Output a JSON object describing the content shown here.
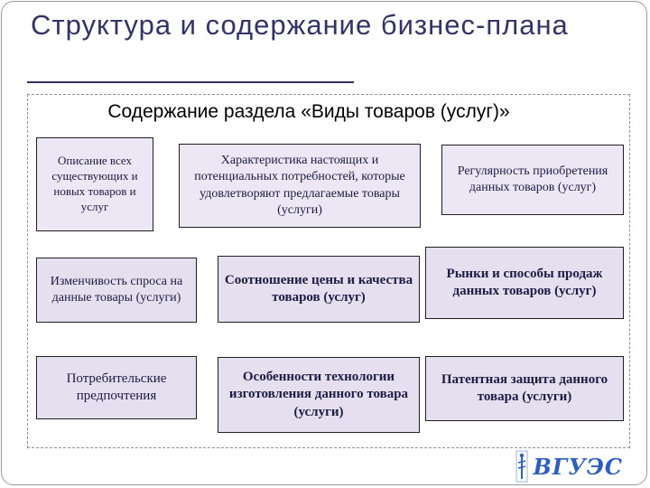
{
  "slide": {
    "title": "Структура и содержание бизнес-плана",
    "section": {
      "heading": "Содержание раздела «Виды товаров (услуг)»"
    },
    "boxes": [
      {
        "text": "Описание всех существующих и новых товаров и услуг"
      },
      {
        "text": "Характеристика настоящих и потенциальных потребностей, которые удовлетворяют предлагаемые товары (услуги)"
      },
      {
        "text": "Регулярность приобретения данных товаров (услуг)"
      },
      {
        "text": "Изменчивость спроса на данные товары (услуги)"
      },
      {
        "text": "Соотношение цены и качества товаров (услуг)"
      },
      {
        "text": "Рынки и способы продаж данных товаров (услуг)"
      },
      {
        "text": "Потребительские предпочтения"
      },
      {
        "text": "Особенности технологии изготовления данного товара (услуги)"
      },
      {
        "text": "Патентная защита данного товара (услуги)"
      }
    ],
    "logo": {
      "text": "ВГУЭС"
    },
    "palette": {
      "title_color": "#333366",
      "box_fill": "#E6DFF0",
      "box_border": "#1F1F1F",
      "dashed_border": "#8F8F8F",
      "logo_blue": "#2E5FBE"
    }
  }
}
